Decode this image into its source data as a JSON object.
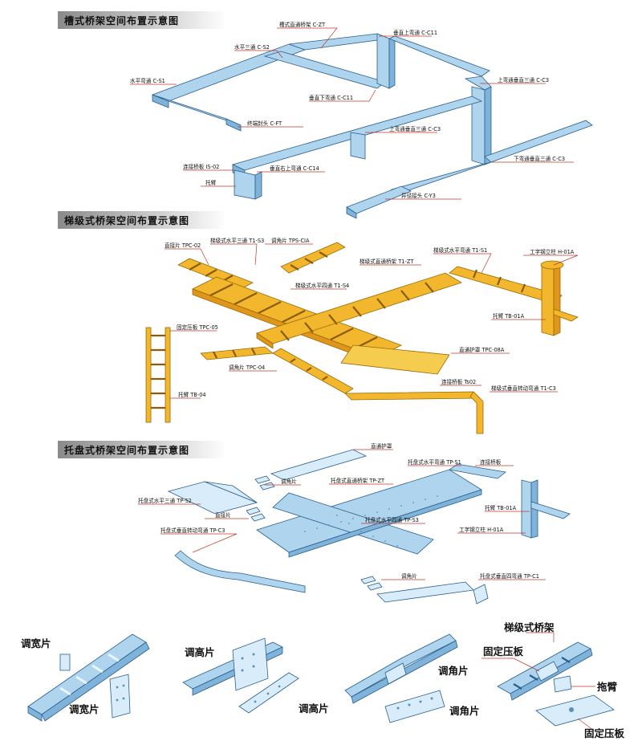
{
  "sections": [
    {
      "title": "槽式桥架空间布置示意图",
      "labels": [
        "槽式直通桥架 C-ZT",
        "水平三通 C-S2",
        "垂直上弯通 C-C11",
        "水平弯通 C-S1",
        "上弯通垂直三通 C-C3",
        "垂直下弯通 C-C11",
        "终端封头 C-FT",
        "上弯通垂直三通 C-C3",
        "连接桥板 IS-02",
        "垂直右上弯通 C-C14",
        "托臂",
        "下弯通垂直三通 C-C3",
        "异径接头 C-Y3"
      ]
    },
    {
      "title": "梯级式桥架空间布置示意图",
      "labels": [
        "直接片 TPC-02",
        "梯级式水平三通 T1-S3",
        "调角片 TPS-CIA",
        "梯级式水平弯通 T1-S1",
        "工字钢立柱 H-01A",
        "梯级式直通桥架 T1-ZT",
        "梯级式水平四通 T1-S4",
        "托臂 TB-01A",
        "固定压板 TPC-05",
        "直通护罩 TPC-08A",
        "调角片 TPC-04",
        "连接桥板 Ts02",
        "梯级式垂直转动弯通 T1-C3",
        "托臂 TB-04"
      ]
    },
    {
      "title": "托盘式桥架空间布置示意图",
      "labels": [
        "直通护罩",
        "托盘式水平弯通 TP-S1",
        "连接桥板",
        "调角片",
        "托盘式直通桥架 TP-ZT",
        "托盘式水平三通 TP-S2",
        "托臂 TB-01A",
        "直接片",
        "托盘式水平四通 TP-S3",
        "工字钢立柱 H-01A",
        "托盘式垂直转动弯通 TP-C3",
        "调角片",
        "托盘式垂直四弯通 TP-C1"
      ]
    }
  ],
  "accessories": {
    "wide_top": "调宽片",
    "wide_bottom": "调宽片",
    "high_top": "调高片",
    "high_bottom": "调高片",
    "angle_top": "调角片",
    "angle_bottom": "调角片",
    "ladder": "梯级式桥架",
    "plate_top": "固定压板",
    "arm": "拖臂",
    "plate_bottom": "固定压板"
  }
}
